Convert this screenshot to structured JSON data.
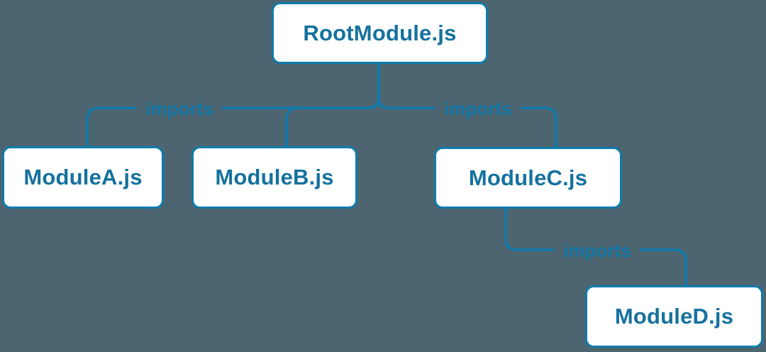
{
  "palette": {
    "bg": "#4d6570",
    "line": "#0e7bac",
    "box_bg": "#ffffff",
    "box_text": "#15719e",
    "label_text": "#1377a7"
  },
  "diagram": {
    "type": "module-dependency-tree",
    "nodes": [
      {
        "id": "root",
        "label": "RootModule.js"
      },
      {
        "id": "moduleA",
        "label": "ModuleA.js"
      },
      {
        "id": "moduleB",
        "label": "ModuleB.js"
      },
      {
        "id": "moduleC",
        "label": "ModuleC.js"
      },
      {
        "id": "moduleD",
        "label": "ModuleD.js"
      }
    ],
    "edges": [
      {
        "from": "RootModule.js",
        "to": "ModuleA.js",
        "label": "imports"
      },
      {
        "from": "RootModule.js",
        "to": "ModuleB.js",
        "label": ""
      },
      {
        "from": "RootModule.js",
        "to": "ModuleC.js",
        "label": "imports"
      },
      {
        "from": "ModuleC.js",
        "to": "ModuleD.js",
        "label": "imports"
      }
    ]
  }
}
